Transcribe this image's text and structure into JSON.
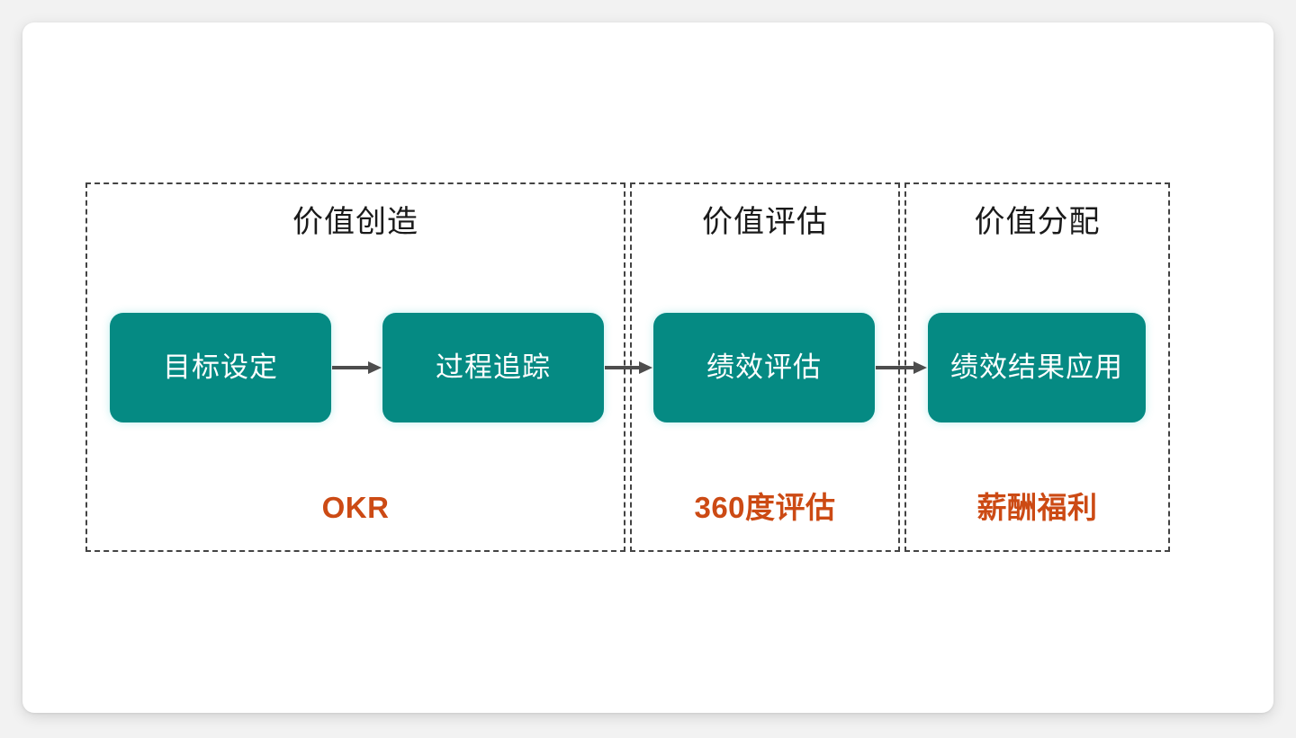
{
  "slide": {
    "background_color": "#ffffff",
    "page_background_color": "#f2f2f2"
  },
  "theme": {
    "box_color": "#058a83",
    "box_text_color": "#ffffff",
    "tag_color": "#cc4a14",
    "panel_border_color": "#434343",
    "arrow_color": "#4d4d4d",
    "title_color": "#1a1a1a"
  },
  "diagram": {
    "type": "process-flow",
    "stages": [
      {
        "title": "价值创造",
        "tag": "OKR",
        "steps": [
          {
            "label": "目标设定"
          },
          {
            "label": "过程追踪"
          }
        ]
      },
      {
        "title": "价值评估",
        "tag": "360度评估",
        "steps": [
          {
            "label": "绩效评估"
          }
        ]
      },
      {
        "title": "价值分配",
        "tag": "薪酬福利",
        "steps": [
          {
            "label": "绩效结果应用"
          }
        ]
      }
    ],
    "flow_order": [
      "目标设定",
      "过程追踪",
      "绩效评估",
      "绩效结果应用"
    ],
    "connectors": [
      {
        "from": "目标设定",
        "to": "过程追踪",
        "glyph": "arrow-right"
      },
      {
        "from": "过程追踪",
        "to": "绩效评估",
        "glyph": "arrow-right"
      },
      {
        "from": "绩效评估",
        "to": "绩效结果应用",
        "glyph": "arrow-right"
      }
    ]
  }
}
